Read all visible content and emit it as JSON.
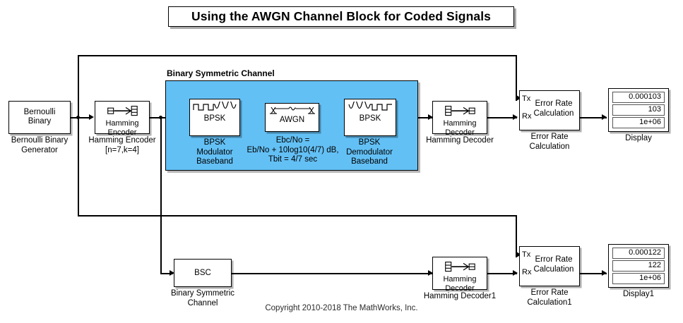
{
  "title": "Using the AWGN Channel Block for Coded Signals",
  "copyright": "Copyright 2010-2018 The MathWorks, Inc.",
  "subsystem": {
    "region_title": "Binary Symmetric Channel"
  },
  "blocks": {
    "bernoulli": {
      "inner_label": "Bernoulli\nBinary",
      "caption": "Bernoulli Binary\nGenerator"
    },
    "hamming_encoder": {
      "inner_label": "Hamming Encoder",
      "caption": "Hamming Encoder\n[n=7,k=4]",
      "icon": "encoder-icon"
    },
    "bpsk_mod": {
      "inner_label": "BPSK",
      "caption": "BPSK\nModulator\nBaseband",
      "icon": "square-to-sine-icon"
    },
    "awgn": {
      "inner_label": "AWGN",
      "caption": "Ebc/No =\nEb/No + 10log10(4/7) dB,\nTbit = 4/7 sec",
      "icon": "antenna-link-icon"
    },
    "bpsk_demod": {
      "inner_label": "BPSK",
      "caption": "BPSK\nDemodulator\nBaseband",
      "icon": "sine-to-square-icon"
    },
    "hamming_decoder": {
      "inner_label": "Hamming Decoder",
      "caption": "Hamming Decoder",
      "icon": "decoder-icon"
    },
    "error_rate_1": {
      "inner_label": "Error Rate\nCalculation",
      "port_tx": "Tx",
      "port_rx": "Rx",
      "caption": "Error Rate\nCalculation"
    },
    "display_1": {
      "caption": "Display",
      "values": [
        "0.000103",
        "103",
        "1e+06"
      ]
    },
    "bsc": {
      "inner_label": "BSC",
      "caption": "Binary Symmetric\nChannel"
    },
    "hamming_decoder_1": {
      "inner_label": "Hamming Decoder",
      "caption": "Hamming Decoder1",
      "icon": "decoder-icon"
    },
    "error_rate_2": {
      "inner_label": "Error Rate\nCalculation",
      "port_tx": "Tx",
      "port_rx": "Rx",
      "caption": "Error Rate\nCalculation1"
    },
    "display_2": {
      "caption": "Display1",
      "values": [
        "0.000122",
        "122",
        "1e+06"
      ]
    }
  },
  "colors": {
    "subsystem_fill": "#63C0F5",
    "block_fill": "#FFFFFF",
    "line": "#000000"
  }
}
